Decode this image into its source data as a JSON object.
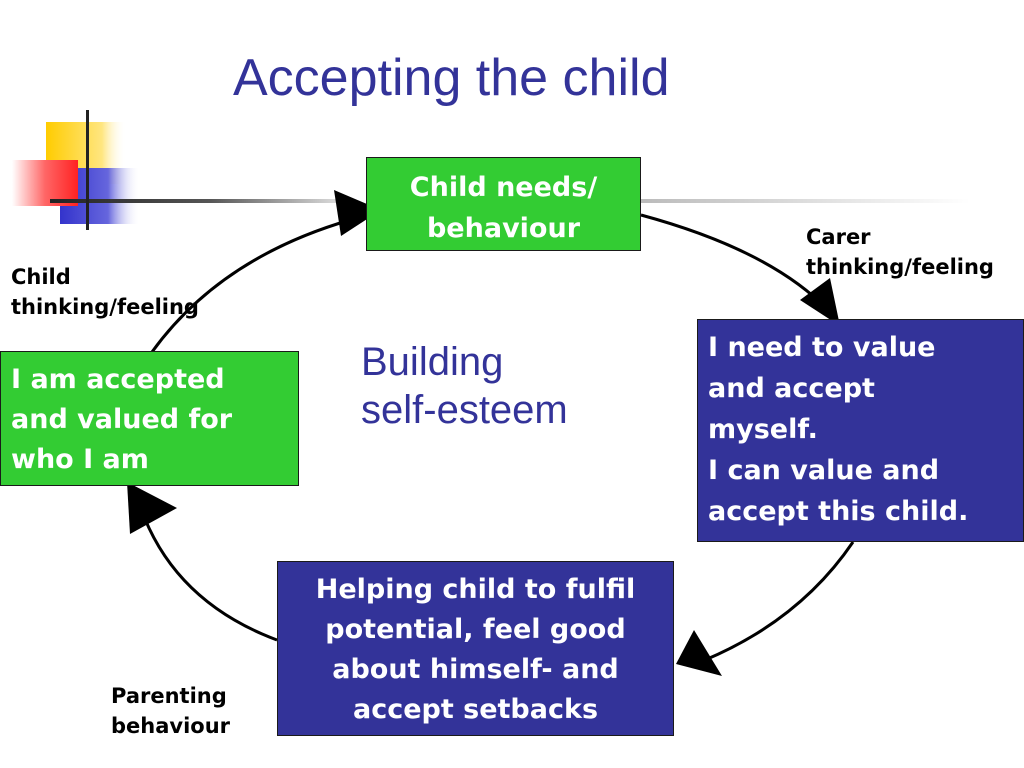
{
  "title": "Accepting the child",
  "center": {
    "line1": "Building",
    "line2": "self-esteem"
  },
  "boxes": {
    "top": {
      "lines": [
        "Child needs/",
        "behaviour"
      ]
    },
    "right": {
      "lines": [
        "I need to value",
        "and accept",
        "myself.",
        "I can value and",
        "accept this child."
      ]
    },
    "bottom": {
      "lines": [
        "Helping child to fulfil",
        "potential, feel good",
        "about himself- and",
        "accept setbacks"
      ]
    },
    "left": {
      "lines": [
        "I am accepted",
        "and valued for",
        "who I am"
      ]
    }
  },
  "labels": {
    "carer": [
      "Carer",
      "thinking/feeling"
    ],
    "child": [
      "Child",
      "thinking/feeling"
    ],
    "parenting": [
      "Parenting",
      "behaviour"
    ]
  },
  "colors": {
    "title": "#333399",
    "green_box": "#33cc33",
    "blue_box": "#333399",
    "deco_yellow": "#ffcc00",
    "deco_red": "#ff3333",
    "deco_blue": "#3333cc"
  }
}
